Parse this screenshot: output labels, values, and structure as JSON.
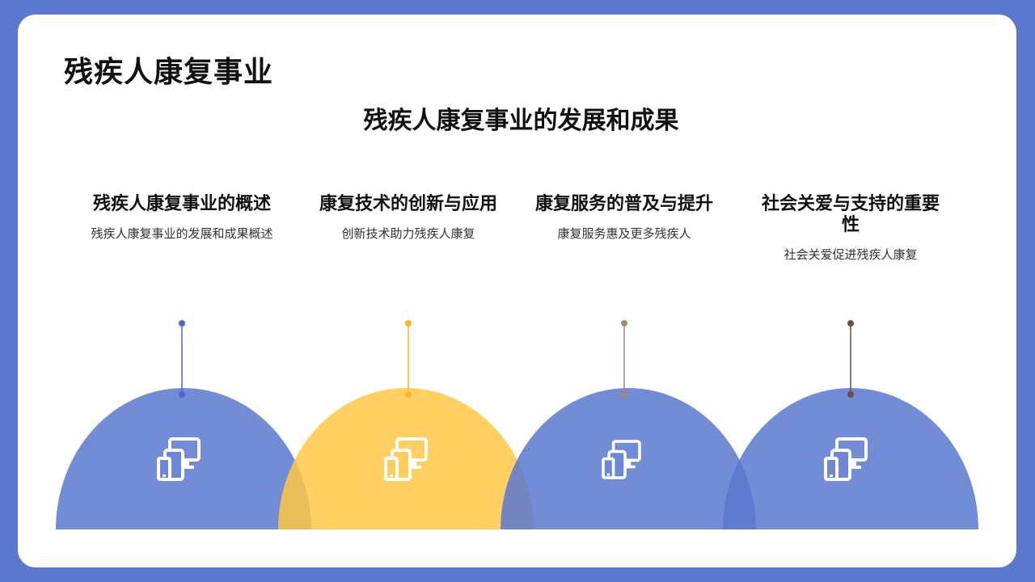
{
  "slide": {
    "title": "残疾人康复事业",
    "subtitle": "残疾人康复事业的发展和成果"
  },
  "columns": [
    {
      "title": "残疾人康复事业的概述",
      "desc": "残疾人康复事业的发展和成果概述",
      "color": "#5b78cf",
      "dot": "#4a67c4",
      "icon": "devices-icon"
    },
    {
      "title": "康复技术的创新与应用",
      "desc": "创新技术助力残疾人康复",
      "color": "#ffc845",
      "dot": "#f2b92e",
      "icon": "devices-icon"
    },
    {
      "title": "康复服务的普及与提升",
      "desc": "康复服务惠及更多残疾人",
      "color": "#5b78cf",
      "dot": "#9f8a7a",
      "icon": "devices-icon"
    },
    {
      "title": "社会关爱与支持的重要性",
      "desc": "社会关爱促进残疾人康复",
      "color": "#5b78cf",
      "dot": "#6b5048",
      "icon": "devices-icon"
    }
  ]
}
